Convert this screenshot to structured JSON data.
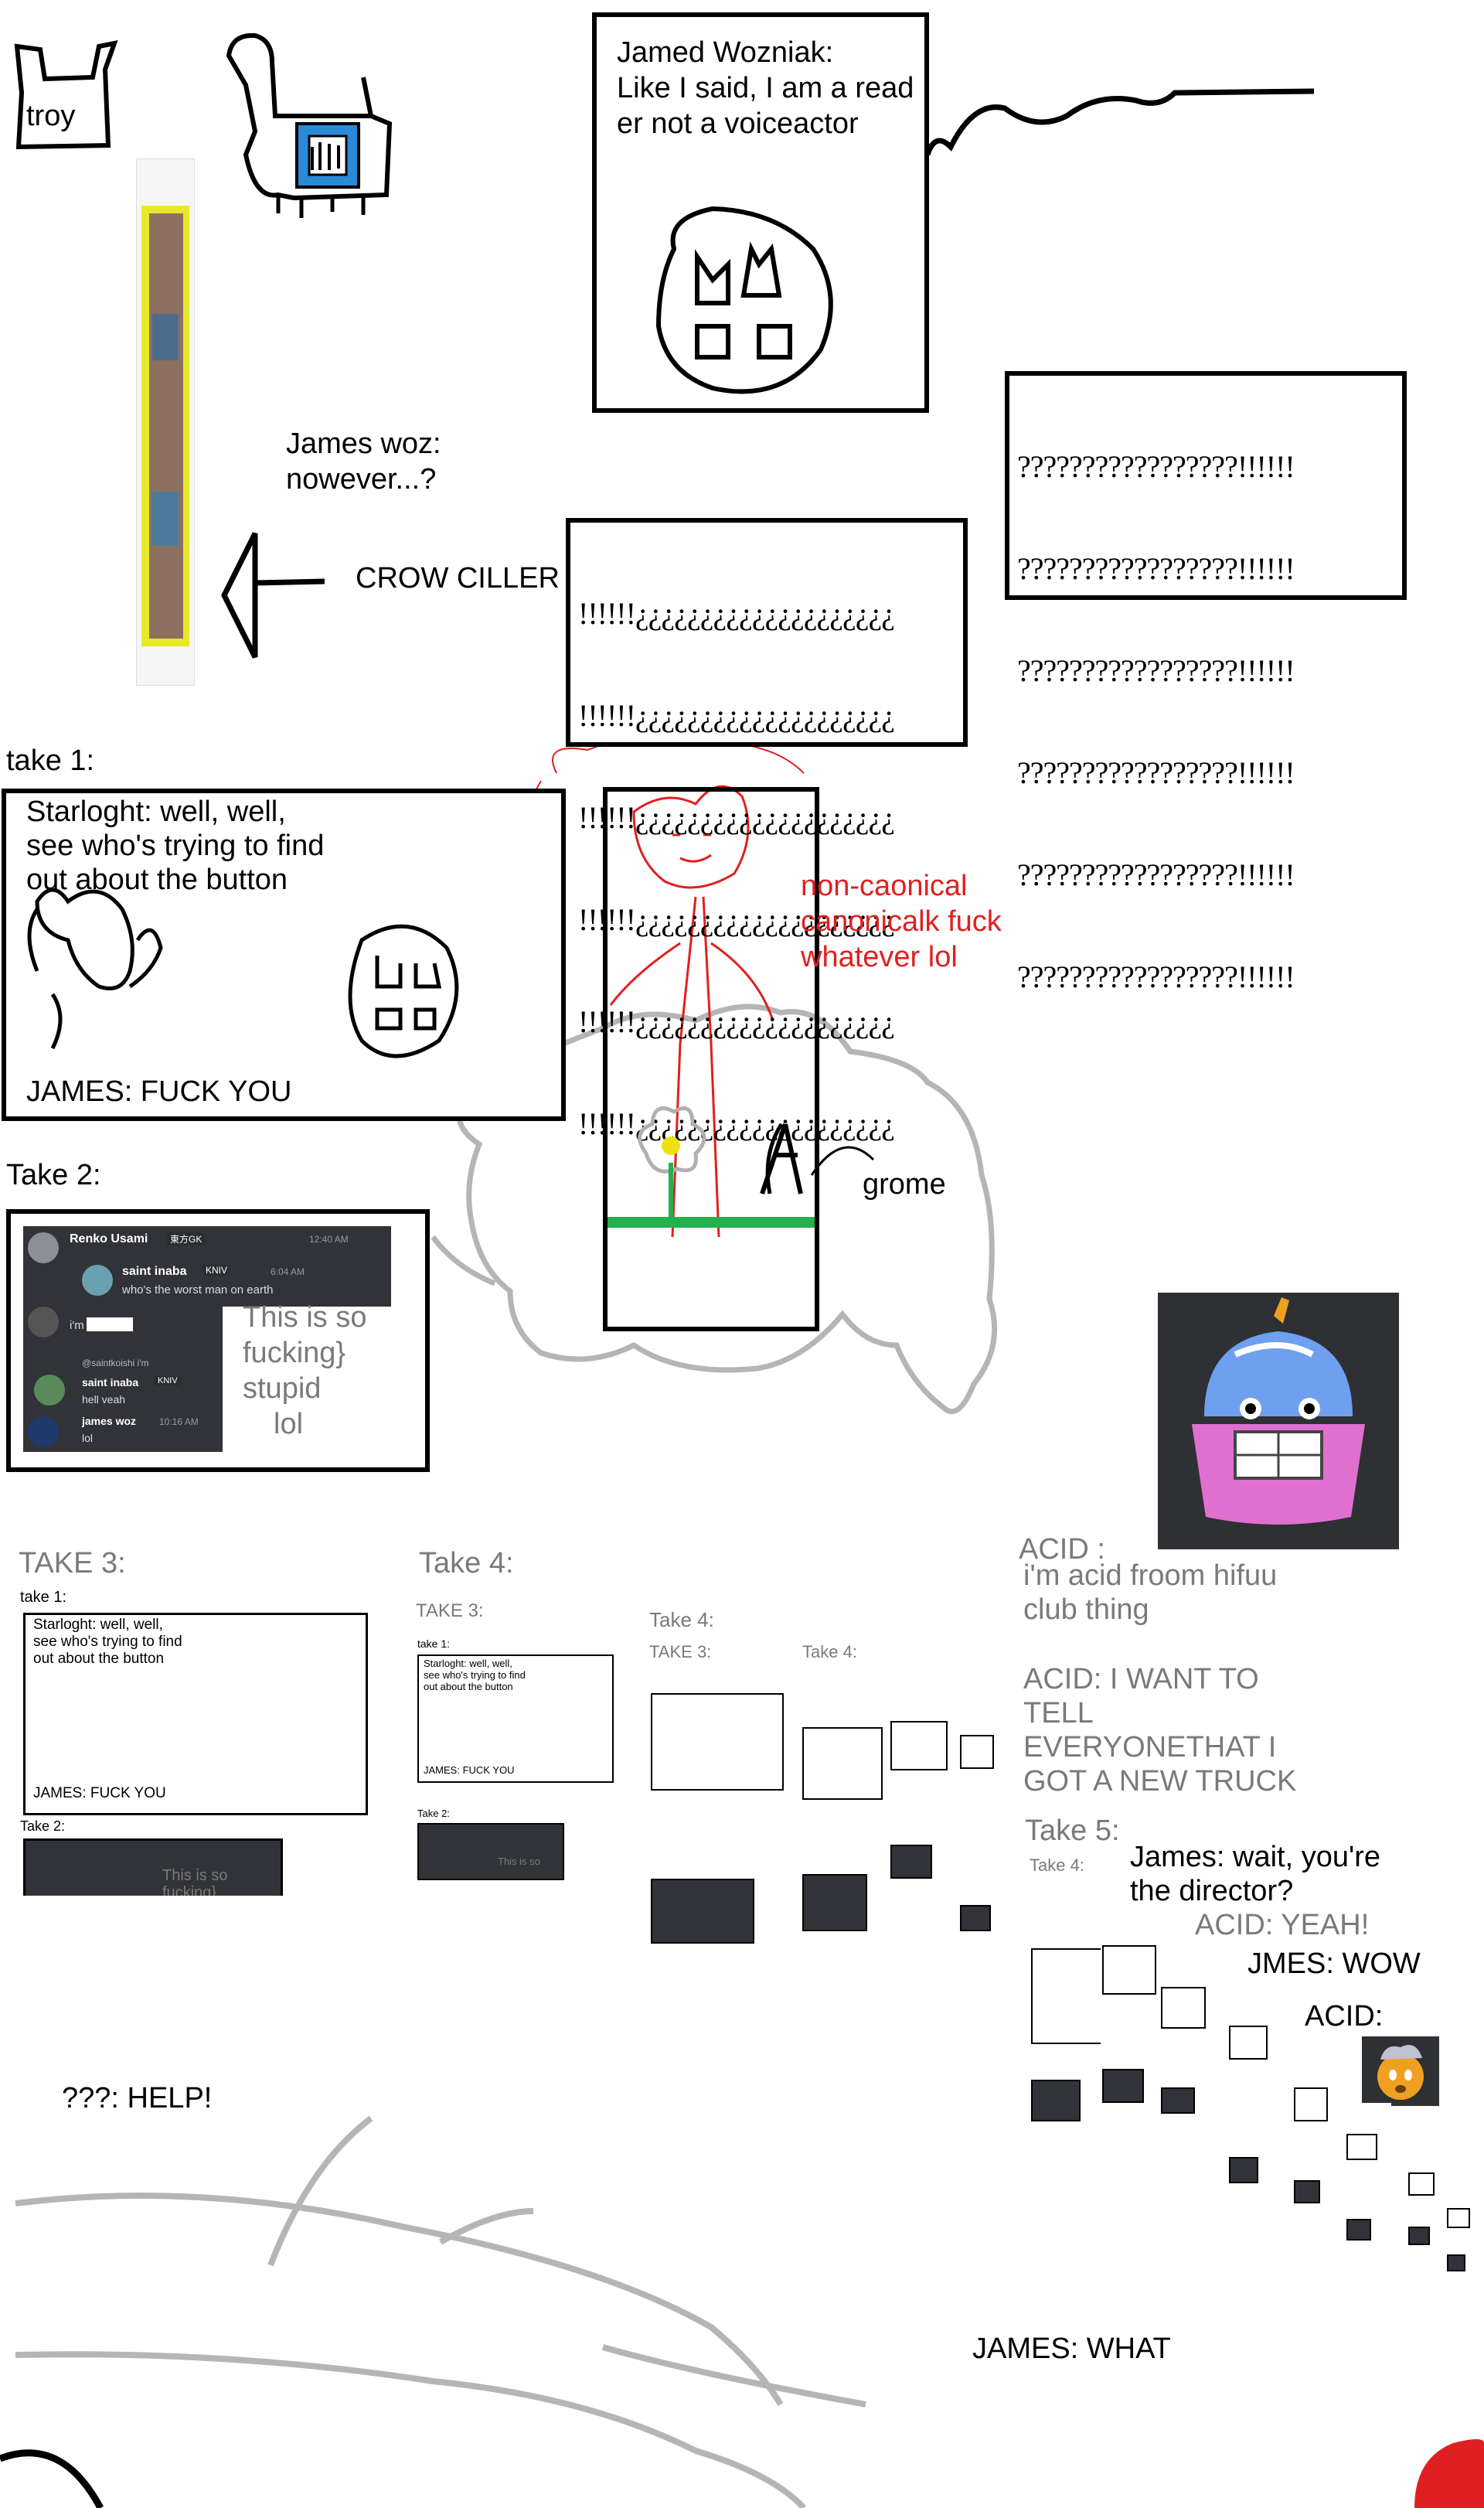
{
  "panel_top": {
    "troy_label": "troy",
    "woz_line1": "Jamed Wozniak:",
    "woz_line2": "Like I said, I am a read",
    "woz_line3": "er not a voiceactor",
    "james_woz_line1": "James woz:",
    "james_woz_line2": "nowever...?",
    "crow_label": "CROW CILLER",
    "question_row": "?????????????????!!!!!!",
    "inverted_row": "!!!!!!¿¿¿¿¿¿¿¿¿¿¿¿¿¿¿¿¿¿¿¿"
  },
  "take1": {
    "heading": "take 1:",
    "starlight_line1": "Starloght: well, well,",
    "starlight_line2": "see who's trying to find",
    "starlight_line3": "out about the button",
    "james_reply": "JAMES: FUCK YOU",
    "red_line1": "non-caonical",
    "red_line2": "canonicalk fuck",
    "red_line3": "whatever lol",
    "grome_label": "grome"
  },
  "take2": {
    "heading": "Take 2:",
    "chat": {
      "user1": "Renko Usami",
      "badge1": "東方GK",
      "time1": "12:40 AM",
      "user2": "saint inaba",
      "badge2": "KNIV",
      "time2": "6:04 AM",
      "msg2": "who's the worst man on earth",
      "msg3": "i'm",
      "reply_ref": "@saintkoishi i'm",
      "user3": "saint inaba",
      "badge3": "KNIV",
      "msg4": "hell veah",
      "user4": "james woz",
      "time4": "10:16 AM",
      "msg5": "lol"
    },
    "overlay_line1": "This is so",
    "overlay_line2": "fucking}",
    "overlay_line3": "stupid",
    "overlay_line4": "lol"
  },
  "take3": {
    "heading": "TAKE 3:"
  },
  "take4": {
    "heading": "Take 4:"
  },
  "acid": {
    "label": "ACID :",
    "line1": "i'm acid froom hifuu",
    "line2": "club thing",
    "shout1": "ACID: I WANT TO",
    "shout2": "TELL",
    "shout3": "EVERYONETHAT I",
    "shout4": "GOT A NEW TRUCK"
  },
  "take5": {
    "heading": "Take 5:",
    "james_line1": "James: wait, you're",
    "james_line2": "the director?",
    "acid_yeah": "ACID: YEAH!",
    "jmes_wow": "JMES: WOW",
    "acid_end": "ACID:"
  },
  "bottom": {
    "help": "???: HELP!",
    "james_what": "JAMES: WHAT"
  },
  "colors": {
    "discord_bg": "#313338",
    "red_ink": "#e02020",
    "gray_ink": "#7a7a7a",
    "green_ground": "#22b14c",
    "banner_yellow": "#e8e82a",
    "avatar_blue": "#2a8ad8",
    "emoji_orange": "#f0a020"
  },
  "icons": [
    "skull-doodle",
    "llama-doodle",
    "flower-doodle",
    "acid-cupcake-emoji",
    "mind-blown-emoji",
    "windows-logo"
  ]
}
